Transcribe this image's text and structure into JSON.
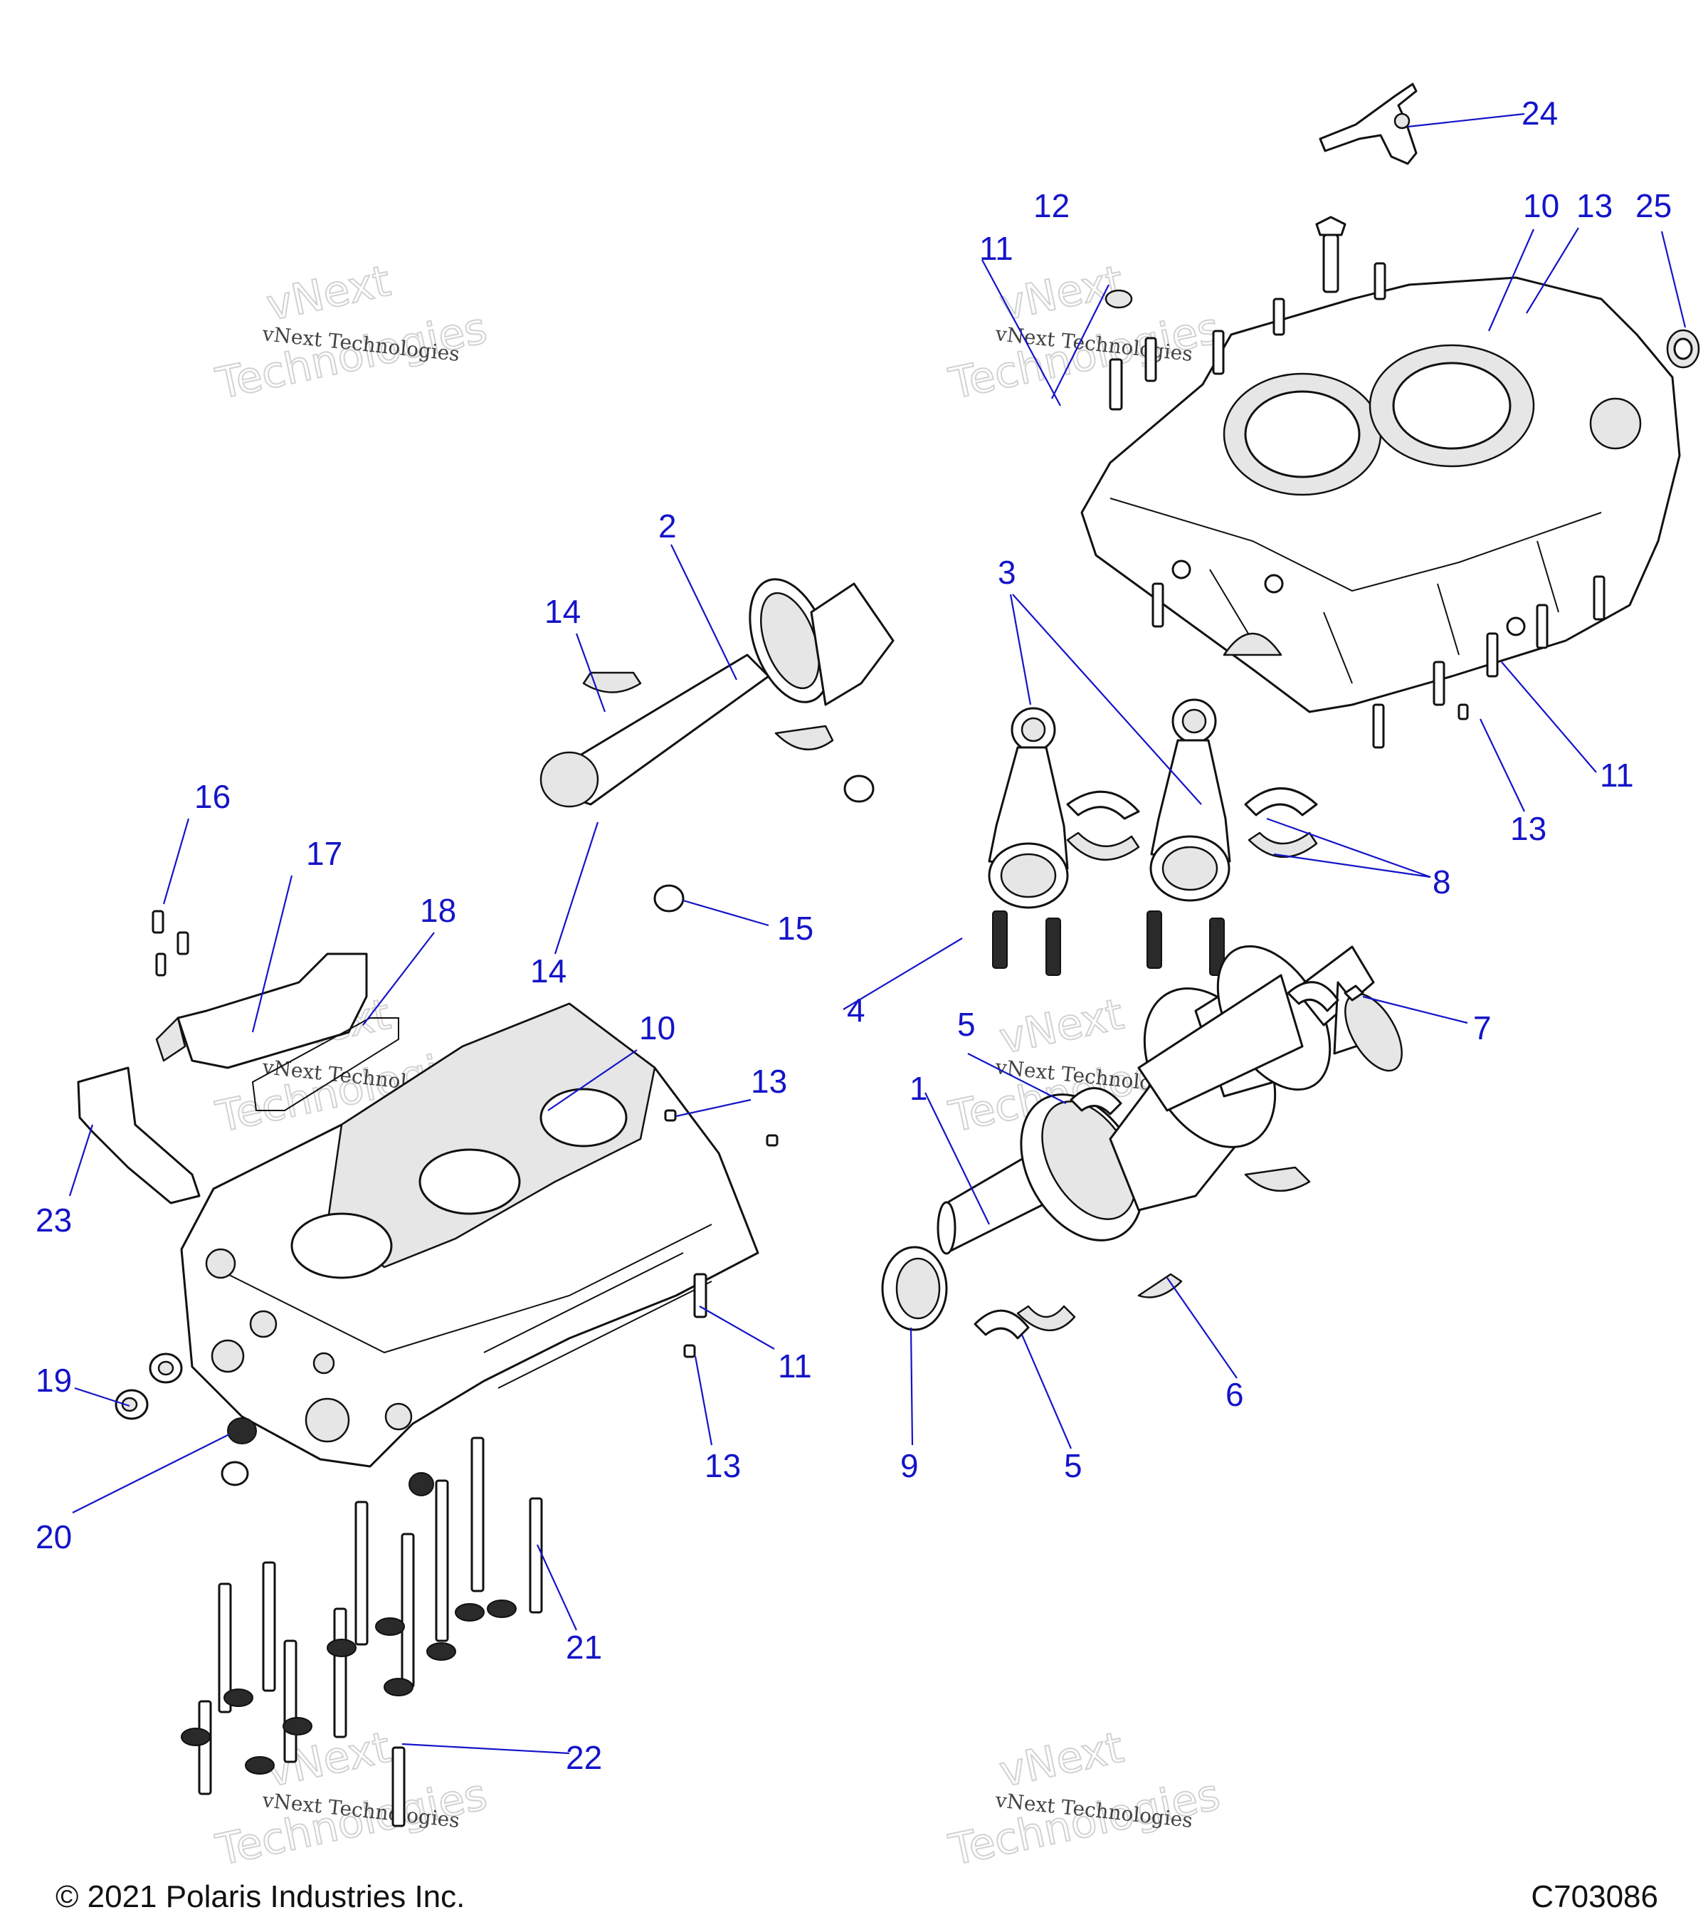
{
  "footer": {
    "copyright": "© 2021 Polaris Industries Inc.",
    "figure_code": "C703086"
  },
  "watermark": {
    "line1": "vNext Technologies",
    "big_a": "vNext",
    "big_b": "Technologies"
  },
  "callouts": {
    "c1": "1",
    "c2": "2",
    "c3": "3",
    "c4": "4",
    "c5a": "5",
    "c5b": "5",
    "c6": "6",
    "c7": "7",
    "c8": "8",
    "c9": "9",
    "c10a": "10",
    "c10b": "10",
    "c11a": "11",
    "c11b": "11",
    "c11c": "11",
    "c12": "12",
    "c13a": "13",
    "c13b": "13",
    "c13c": "13",
    "c13d": "13",
    "c14a": "14",
    "c14b": "14",
    "c15": "15",
    "c16": "16",
    "c17": "17",
    "c18": "18",
    "c19": "19",
    "c20": "20",
    "c21": "21",
    "c22": "22",
    "c23": "23",
    "c24": "24",
    "c25": "25"
  },
  "colors": {
    "callout": "#1414c8",
    "line_art": "#111111",
    "shading": "#e6e6e6"
  }
}
